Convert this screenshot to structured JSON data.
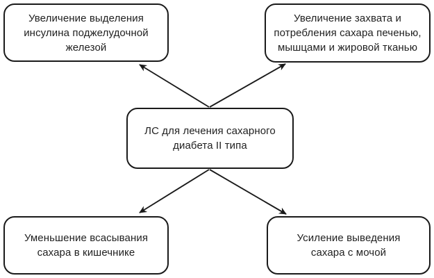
{
  "diagram": {
    "center_node": {
      "label": "ЛС для лечения сахарного\nдиабета II типа"
    },
    "nodes": {
      "top_left": {
        "label": "Увеличение выделения\nинсулина поджелудочной\nжелезой"
      },
      "top_right": {
        "label": "Увеличение захвата и\nпотребления сахара печенью,\nмышцами и жировой тканью"
      },
      "bottom_left": {
        "label": "Уменьшение всасывания\nсахара в кишечнике"
      },
      "bottom_right": {
        "label": "Усиление выведения\nсахара с мочой"
      }
    },
    "colors": {
      "border": "#1a1a1a",
      "text": "#1f1f1f",
      "background": "#ffffff",
      "arrow": "#1a1a1a"
    }
  }
}
